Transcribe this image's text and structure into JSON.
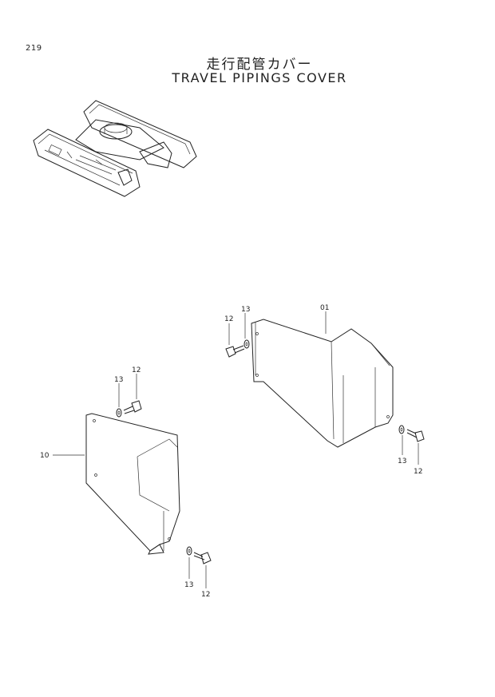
{
  "page": {
    "number": "219",
    "title_jp": "走行配管カバー",
    "title_en": "TRAVEL PIPINGS COVER"
  },
  "callouts": {
    "right_cover": "01",
    "left_cover": "10",
    "bolt": "12",
    "washer": "13"
  }
}
